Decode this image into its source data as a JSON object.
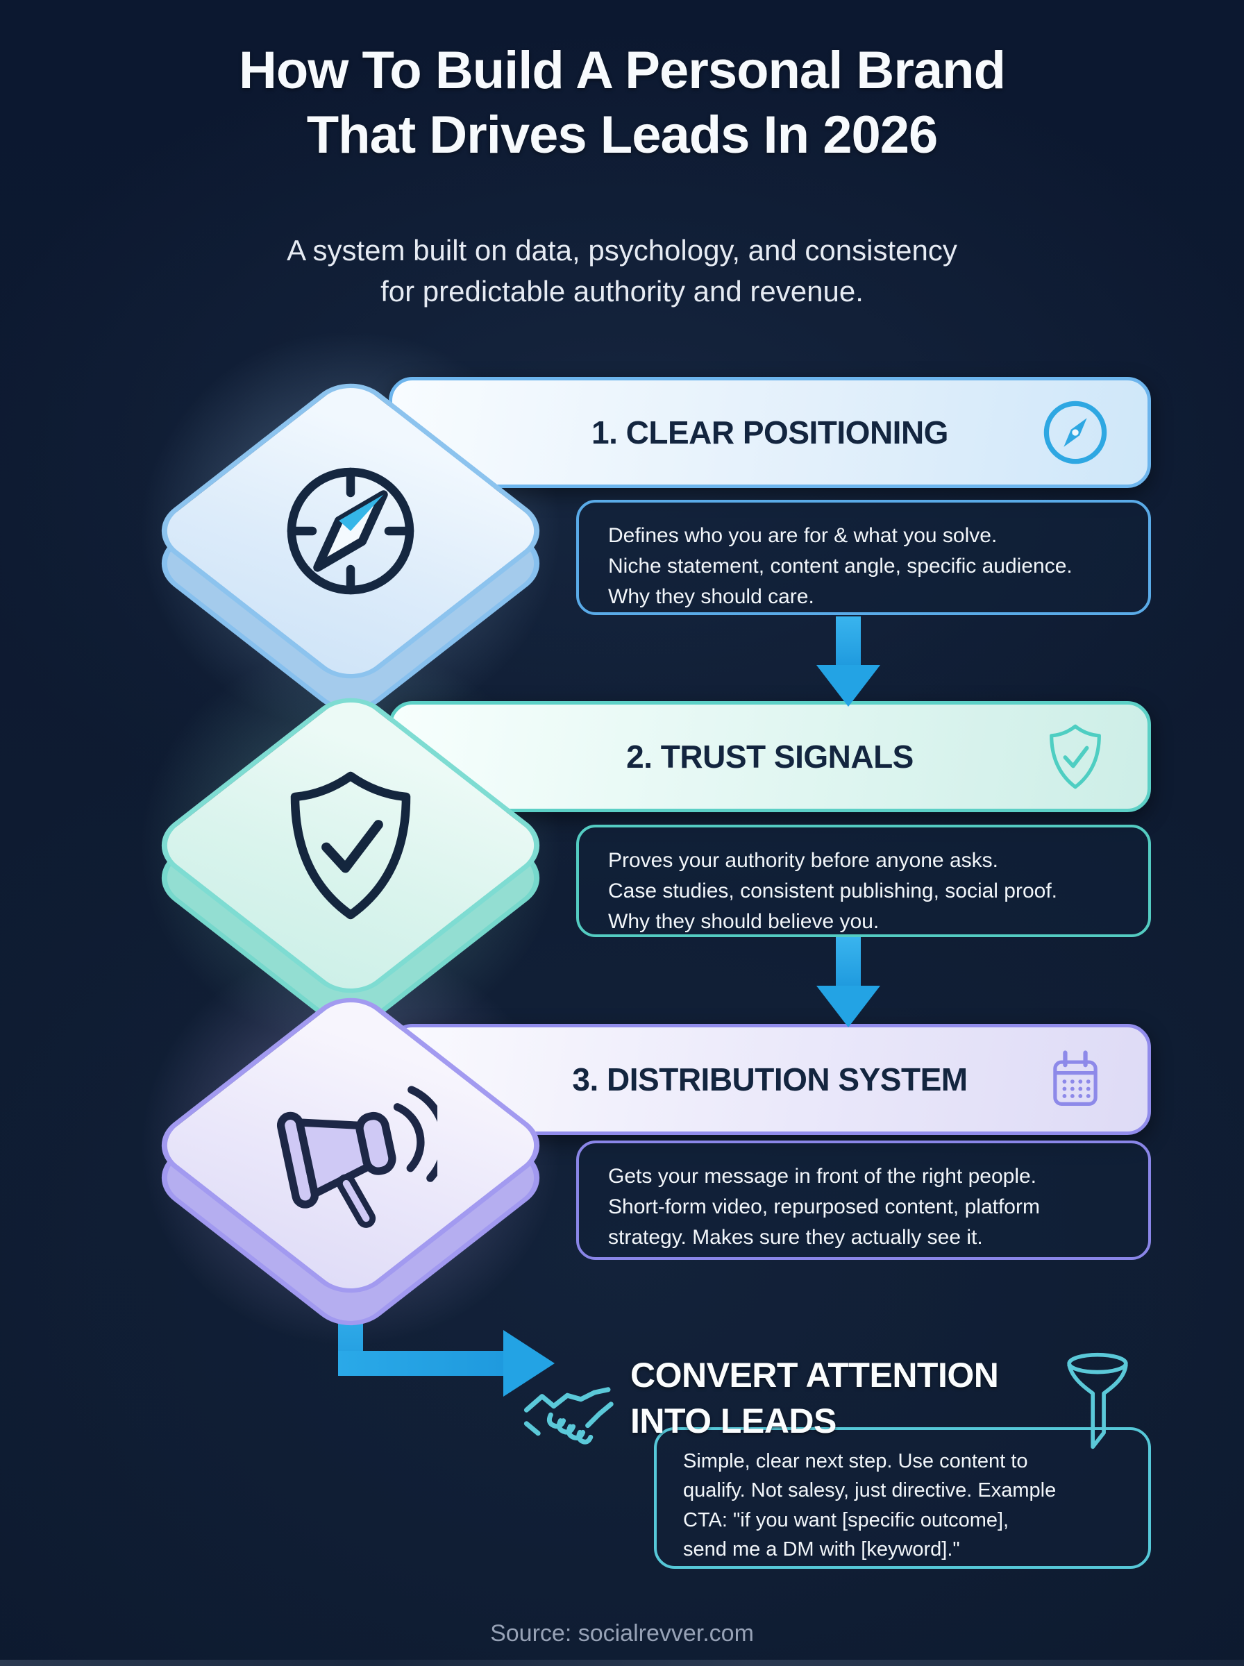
{
  "title": {
    "line1": "How To Build A Personal Brand",
    "line2": "That Drives Leads In 2026"
  },
  "subtitle": {
    "line1": "A system built on data, psychology, and consistency",
    "line2": "for predictable authority and revenue."
  },
  "steps": [
    {
      "heading": "1. CLEAR POSITIONING",
      "lines": [
        "Defines who you are for & what you solve.",
        "Niche statement, content angle, specific audience.",
        "Why they should care."
      ],
      "diamond_icon": "compass-icon",
      "badge_icon": "compass-circle-icon",
      "accent": "#5fb0ea"
    },
    {
      "heading": "2. TRUST SIGNALS",
      "lines": [
        "Proves your authority before anyone asks.",
        "Case studies, consistent publishing, social proof.",
        "Why they should believe you."
      ],
      "diamond_icon": "shield-check-icon",
      "badge_icon": "shield-check-icon",
      "accent": "#5ccfc5"
    },
    {
      "heading": "3. DISTRIBUTION SYSTEM",
      "lines": [
        "Gets your message in front of the right people.",
        "Short-form video, repurposed content, platform",
        "strategy. Makes sure they actually see it."
      ],
      "diamond_icon": "megaphone-icon",
      "badge_icon": "calendar-icon",
      "accent": "#8d89e9"
    }
  ],
  "conversion": {
    "heading_line1": "CONVERT ATTENTION",
    "heading_line2": "INTO LEADS",
    "lines": [
      "Simple, clear next step. Use content to",
      "qualify. Not salesy, just directive. Example",
      "CTA: \"if you want [specific outcome],",
      "send me a DM with [keyword].\""
    ],
    "left_icon": "handshake-icon",
    "right_icon": "funnel-icon",
    "accent": "#56c8d8"
  },
  "footer": {
    "source": "Source: socialrevver.com"
  },
  "colors": {
    "background": "#0d1930",
    "arrow": "#23a3e4",
    "bar_text": "#13253f",
    "body_text": "#f2f6fa"
  }
}
